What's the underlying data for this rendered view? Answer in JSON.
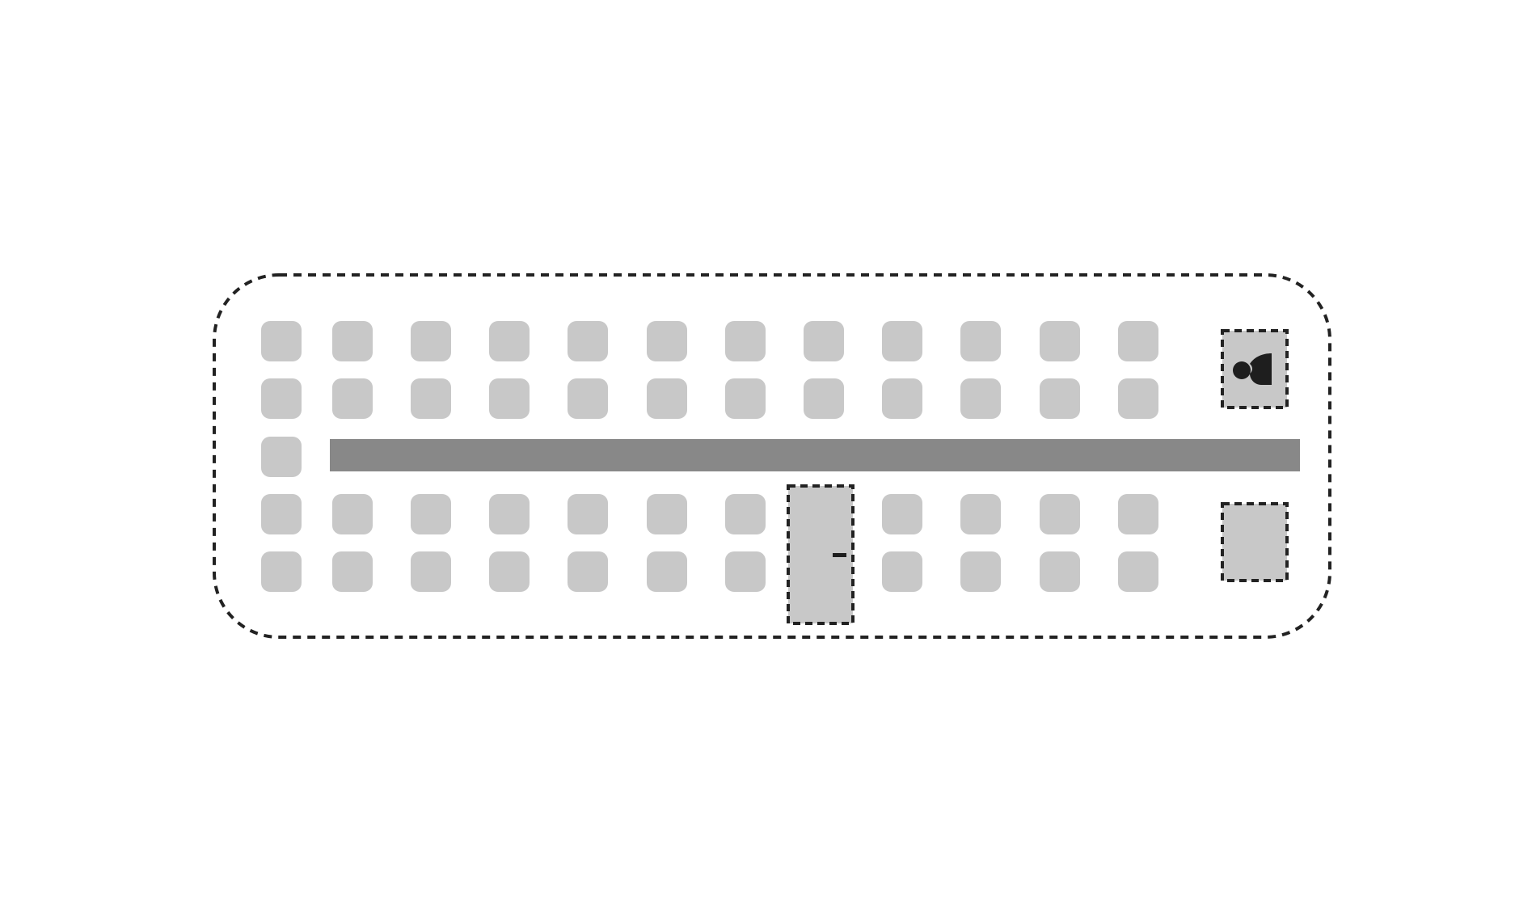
{
  "diagram": {
    "type": "seating-layout",
    "rows_above_aisle": 2,
    "rows_below_aisle": 2,
    "seats_per_row": 12,
    "aisle_row_seats": 1,
    "door_label": "",
    "colors": {
      "background": "#ffffff",
      "seat": "#c8c8c8",
      "aisle": "#888888",
      "outline": "#222222",
      "icon": "#1e1e1e"
    },
    "icons": {
      "driver": "driver-seat-icon"
    }
  }
}
